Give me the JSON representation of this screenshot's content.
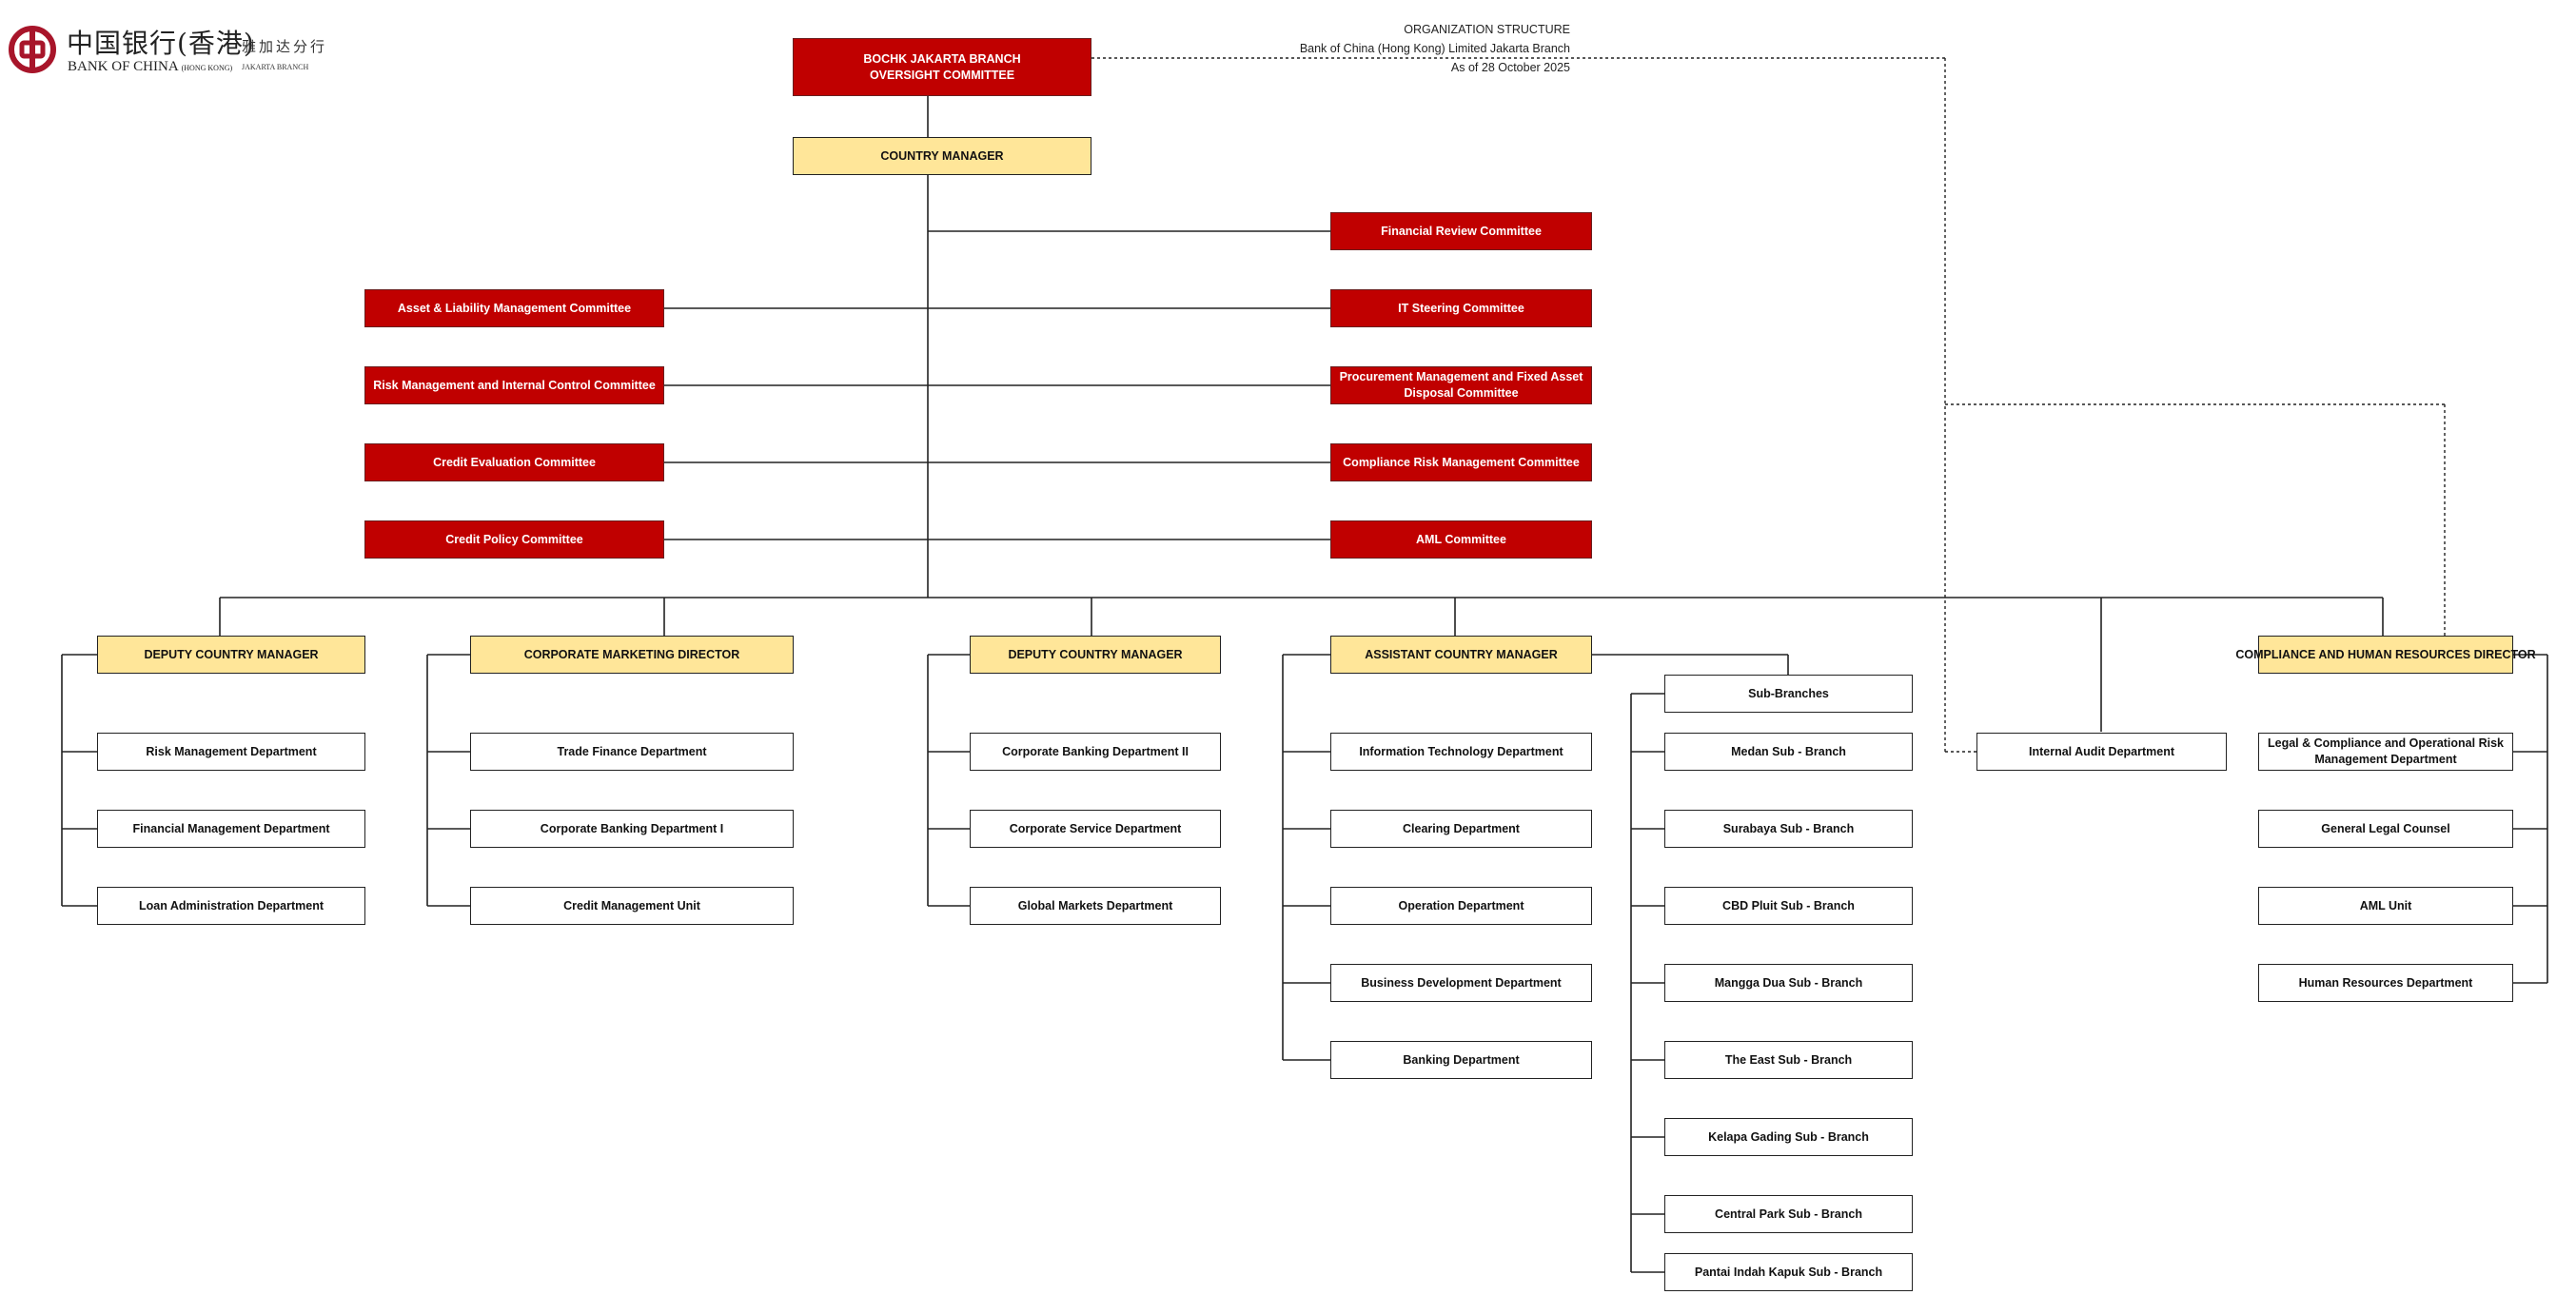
{
  "logo": {
    "chinese_name": "中国银行(香港)",
    "chinese_branch": "雅加达分行",
    "english_name": "BANK OF CHINA",
    "english_region": "(HONG KONG)",
    "english_branch": "JAKARTA BRANCH"
  },
  "header": {
    "title": "ORGANIZATION STRUCTURE",
    "entity": "Bank of China (Hong Kong) Limited Jakarta Branch",
    "date": "As of 28 October 2025"
  },
  "colors": {
    "committee": "#c00000",
    "executive": "#ffe699",
    "department": "#ffffff",
    "line": "#222222"
  },
  "top": {
    "oversight": "BOCHK JAKARTA BRANCH\nOVERSIGHT COMMITTEE",
    "country_manager": "COUNTRY MANAGER"
  },
  "committees": {
    "left": [
      "Asset & Liability Management Committee",
      "Risk Management and Internal Control Committee",
      "Credit Evaluation Committee",
      "Credit Policy Committee"
    ],
    "right": [
      "Financial Review Committee",
      "IT Steering Committee",
      "Procurement Management  and Fixed Asset\nDisposal Committee",
      "Compliance Risk Management Committee",
      "AML Committee"
    ]
  },
  "executives": {
    "deputy_1": {
      "title": "DEPUTY COUNTRY MANAGER",
      "departments": [
        "Risk Management Department",
        "Financial Management Department",
        "Loan Administration Department"
      ]
    },
    "corporate_marketing": {
      "title": "CORPORATE MARKETING DIRECTOR",
      "departments": [
        "Trade Finance Department",
        "Corporate Banking Department I",
        "Credit Management Unit"
      ]
    },
    "deputy_2": {
      "title": "DEPUTY COUNTRY MANAGER",
      "departments": [
        "Corporate Banking Department II",
        "Corporate Service Department",
        "Global Markets Department"
      ]
    },
    "assistant": {
      "title": "ASSISTANT COUNTRY MANAGER",
      "departments": [
        "Information Technology Department",
        "Clearing Department",
        "Operation Department",
        "Business Development Department",
        "Banking Department"
      ]
    },
    "sub_branches": {
      "title": "Sub-Branches",
      "items": [
        "Medan Sub - Branch",
        "Surabaya Sub - Branch",
        "CBD Pluit Sub - Branch",
        "Mangga Dua Sub - Branch",
        "The East Sub - Branch",
        "Kelapa Gading Sub - Branch",
        "Central Park Sub - Branch",
        "Pantai Indah Kapuk  Sub - Branch"
      ]
    },
    "internal_audit": "Internal Audit Department",
    "compliance_hr": {
      "title": "COMPLIANCE AND HUMAN RESOURCES DIRECTOR",
      "departments": [
        "Legal & Compliance and Operational Risk\nManagement Department",
        "General Legal Counsel",
        "AML Unit",
        "Human Resources Department"
      ]
    }
  }
}
